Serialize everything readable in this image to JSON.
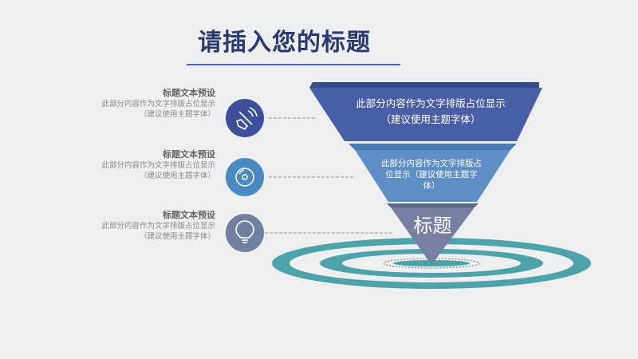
{
  "title": "请插入您的标题",
  "items": [
    {
      "heading": "标题文本预设",
      "line1": "此部分内容作为文字排版占位显示",
      "line2": "（建议使用主题字体）",
      "icon": "speaker-mute-icon",
      "color": "#3d4f9a"
    },
    {
      "heading": "标题文本预设",
      "line1": "此部分内容作为文字排版占位显示",
      "line2": "（建议使用主题字体）",
      "icon": "disc-icon",
      "color": "#4a8ac4"
    },
    {
      "heading": "标题文本预设",
      "line1": "此部分内容作为文字排版占位显示",
      "line2": "（建议使用主题字体）",
      "icon": "lightbulb-icon",
      "color": "#72809f"
    }
  ],
  "funnel": {
    "level1": {
      "line1": "此部分内容作为文字排版占位显示",
      "line2": "（建议使用主题字体）",
      "color": "#4a5ea8"
    },
    "level2": {
      "text": "此部分内容作为文字排版占位显示（建议使用主题字体）",
      "color": "#5d8ec8"
    },
    "level3": {
      "text": "标题",
      "color": "#7880a0"
    },
    "ring_color": "#4ea3a8"
  }
}
